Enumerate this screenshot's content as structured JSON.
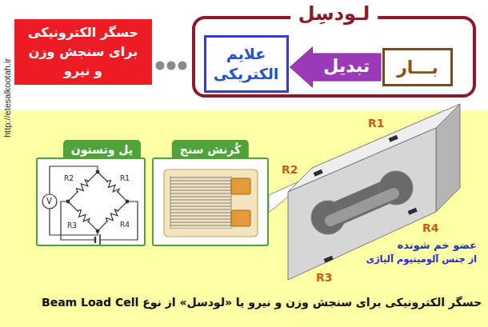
{
  "diagram": {
    "caption": "حسگر الکترونیکی برای سنجش وزن و نیرو یا «لودسل» از نوع Beam Load Cell",
    "nodes": [
      {
        "text": [
          "لـودسِل"
        ]
      },
      {
        "text": [
          "بـــار"
        ],
        "in": 0
      },
      {
        "text": [
          "علایم الکتریکی"
        ],
        "in": 0
      },
      {
        "text": [
          "حسگر الکترونیکی برای سنجش وزن و نیرو"
        ]
      },
      {
        "text": [
          "پل وتستون"
        ]
      },
      {
        "text": [
          "کُرنش سنج"
        ]
      }
    ],
    "edges": [
      {
        "from": 1,
        "to": 2,
        "label": "تبدیل",
        "arrow": "to"
      },
      {
        "from": 3,
        "to": 0,
        "arrow": "none"
      }
    ],
    "labels": [
      "http://etesalkootah.ir",
      "R2",
      "R1",
      "R3",
      "R4",
      "V",
      "R1",
      "R2",
      "R4",
      "R3",
      "عضو خم شونده",
      "از جنس آلومینیوم آلیاژی"
    ]
  }
}
